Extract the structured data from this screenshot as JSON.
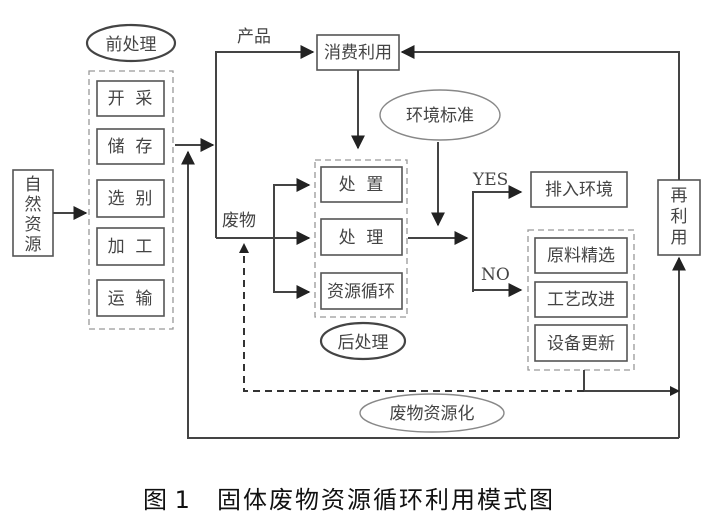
{
  "natural_resource": "自然资源",
  "preprocess": {
    "title": "前处理",
    "steps": [
      "开  采",
      "储  存",
      "选  别",
      "加  工",
      "运  输"
    ]
  },
  "product_label": "产品",
  "waste_label": "废物",
  "consumption": "消费利用",
  "env_standard": "环境标准",
  "postprocess": {
    "title": "后处理",
    "steps": [
      "处  置",
      "处  理",
      "资源循环"
    ]
  },
  "yes_label": "YES",
  "no_label": "NO",
  "discharge": "排入环境",
  "improvements": [
    "原料精选",
    "工艺改进",
    "设备更新"
  ],
  "reuse": "再利用",
  "waste_resource": "废物资源化",
  "caption": {
    "number": "图 1",
    "title": "固体废物资源循环利用模式图"
  }
}
